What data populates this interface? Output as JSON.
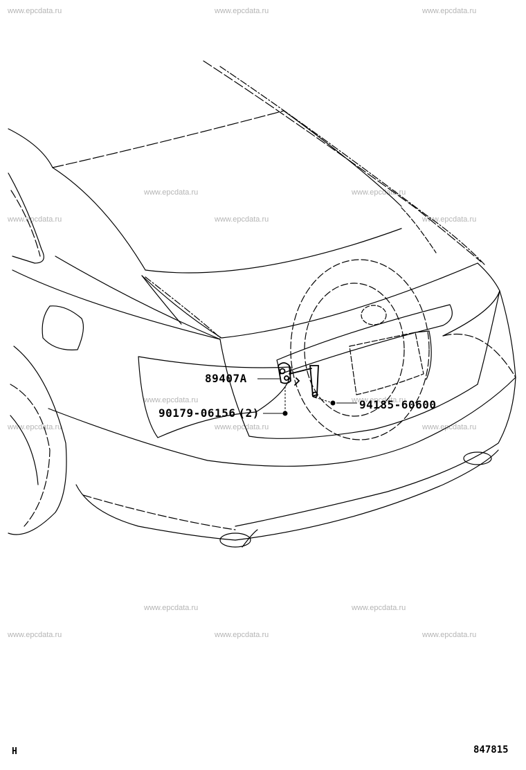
{
  "watermark": "www.epcdata.ru",
  "parts": {
    "height_sensor": "89407A",
    "bolt": "90179-06156",
    "bolt_qty": "(2)",
    "nut": "94185-60600"
  },
  "corner_left": "H",
  "diagram_number": "847815"
}
